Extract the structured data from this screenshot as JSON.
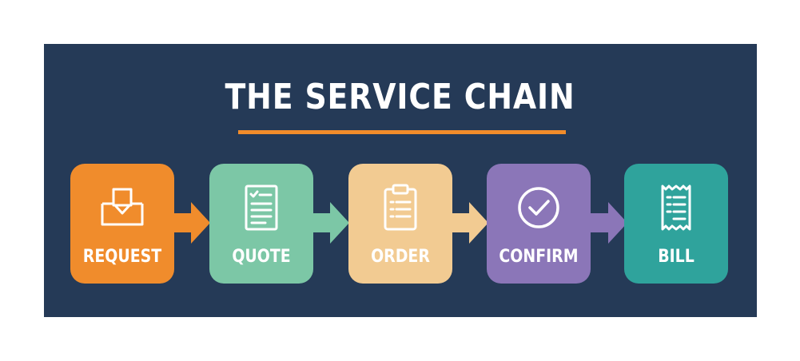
{
  "title": "THE SERVICE CHAIN",
  "colors": {
    "background": "#253a57",
    "accent": "#f28c2a",
    "request": "#f08c2c",
    "quote": "#7cc7a6",
    "order": "#f2cb92",
    "confirm": "#8b76b8",
    "bill": "#2fa39c"
  },
  "steps": [
    {
      "label": "REQUEST",
      "icon": "inbox-tray-icon",
      "color": "#f08c2c"
    },
    {
      "label": "QUOTE",
      "icon": "document-checklist-icon",
      "color": "#7cc7a6"
    },
    {
      "label": "ORDER",
      "icon": "clipboard-icon",
      "color": "#f2cb92"
    },
    {
      "label": "CONFIRM",
      "icon": "check-circle-icon",
      "color": "#8b76b8"
    },
    {
      "label": "BILL",
      "icon": "receipt-icon",
      "color": "#2fa39c"
    }
  ]
}
